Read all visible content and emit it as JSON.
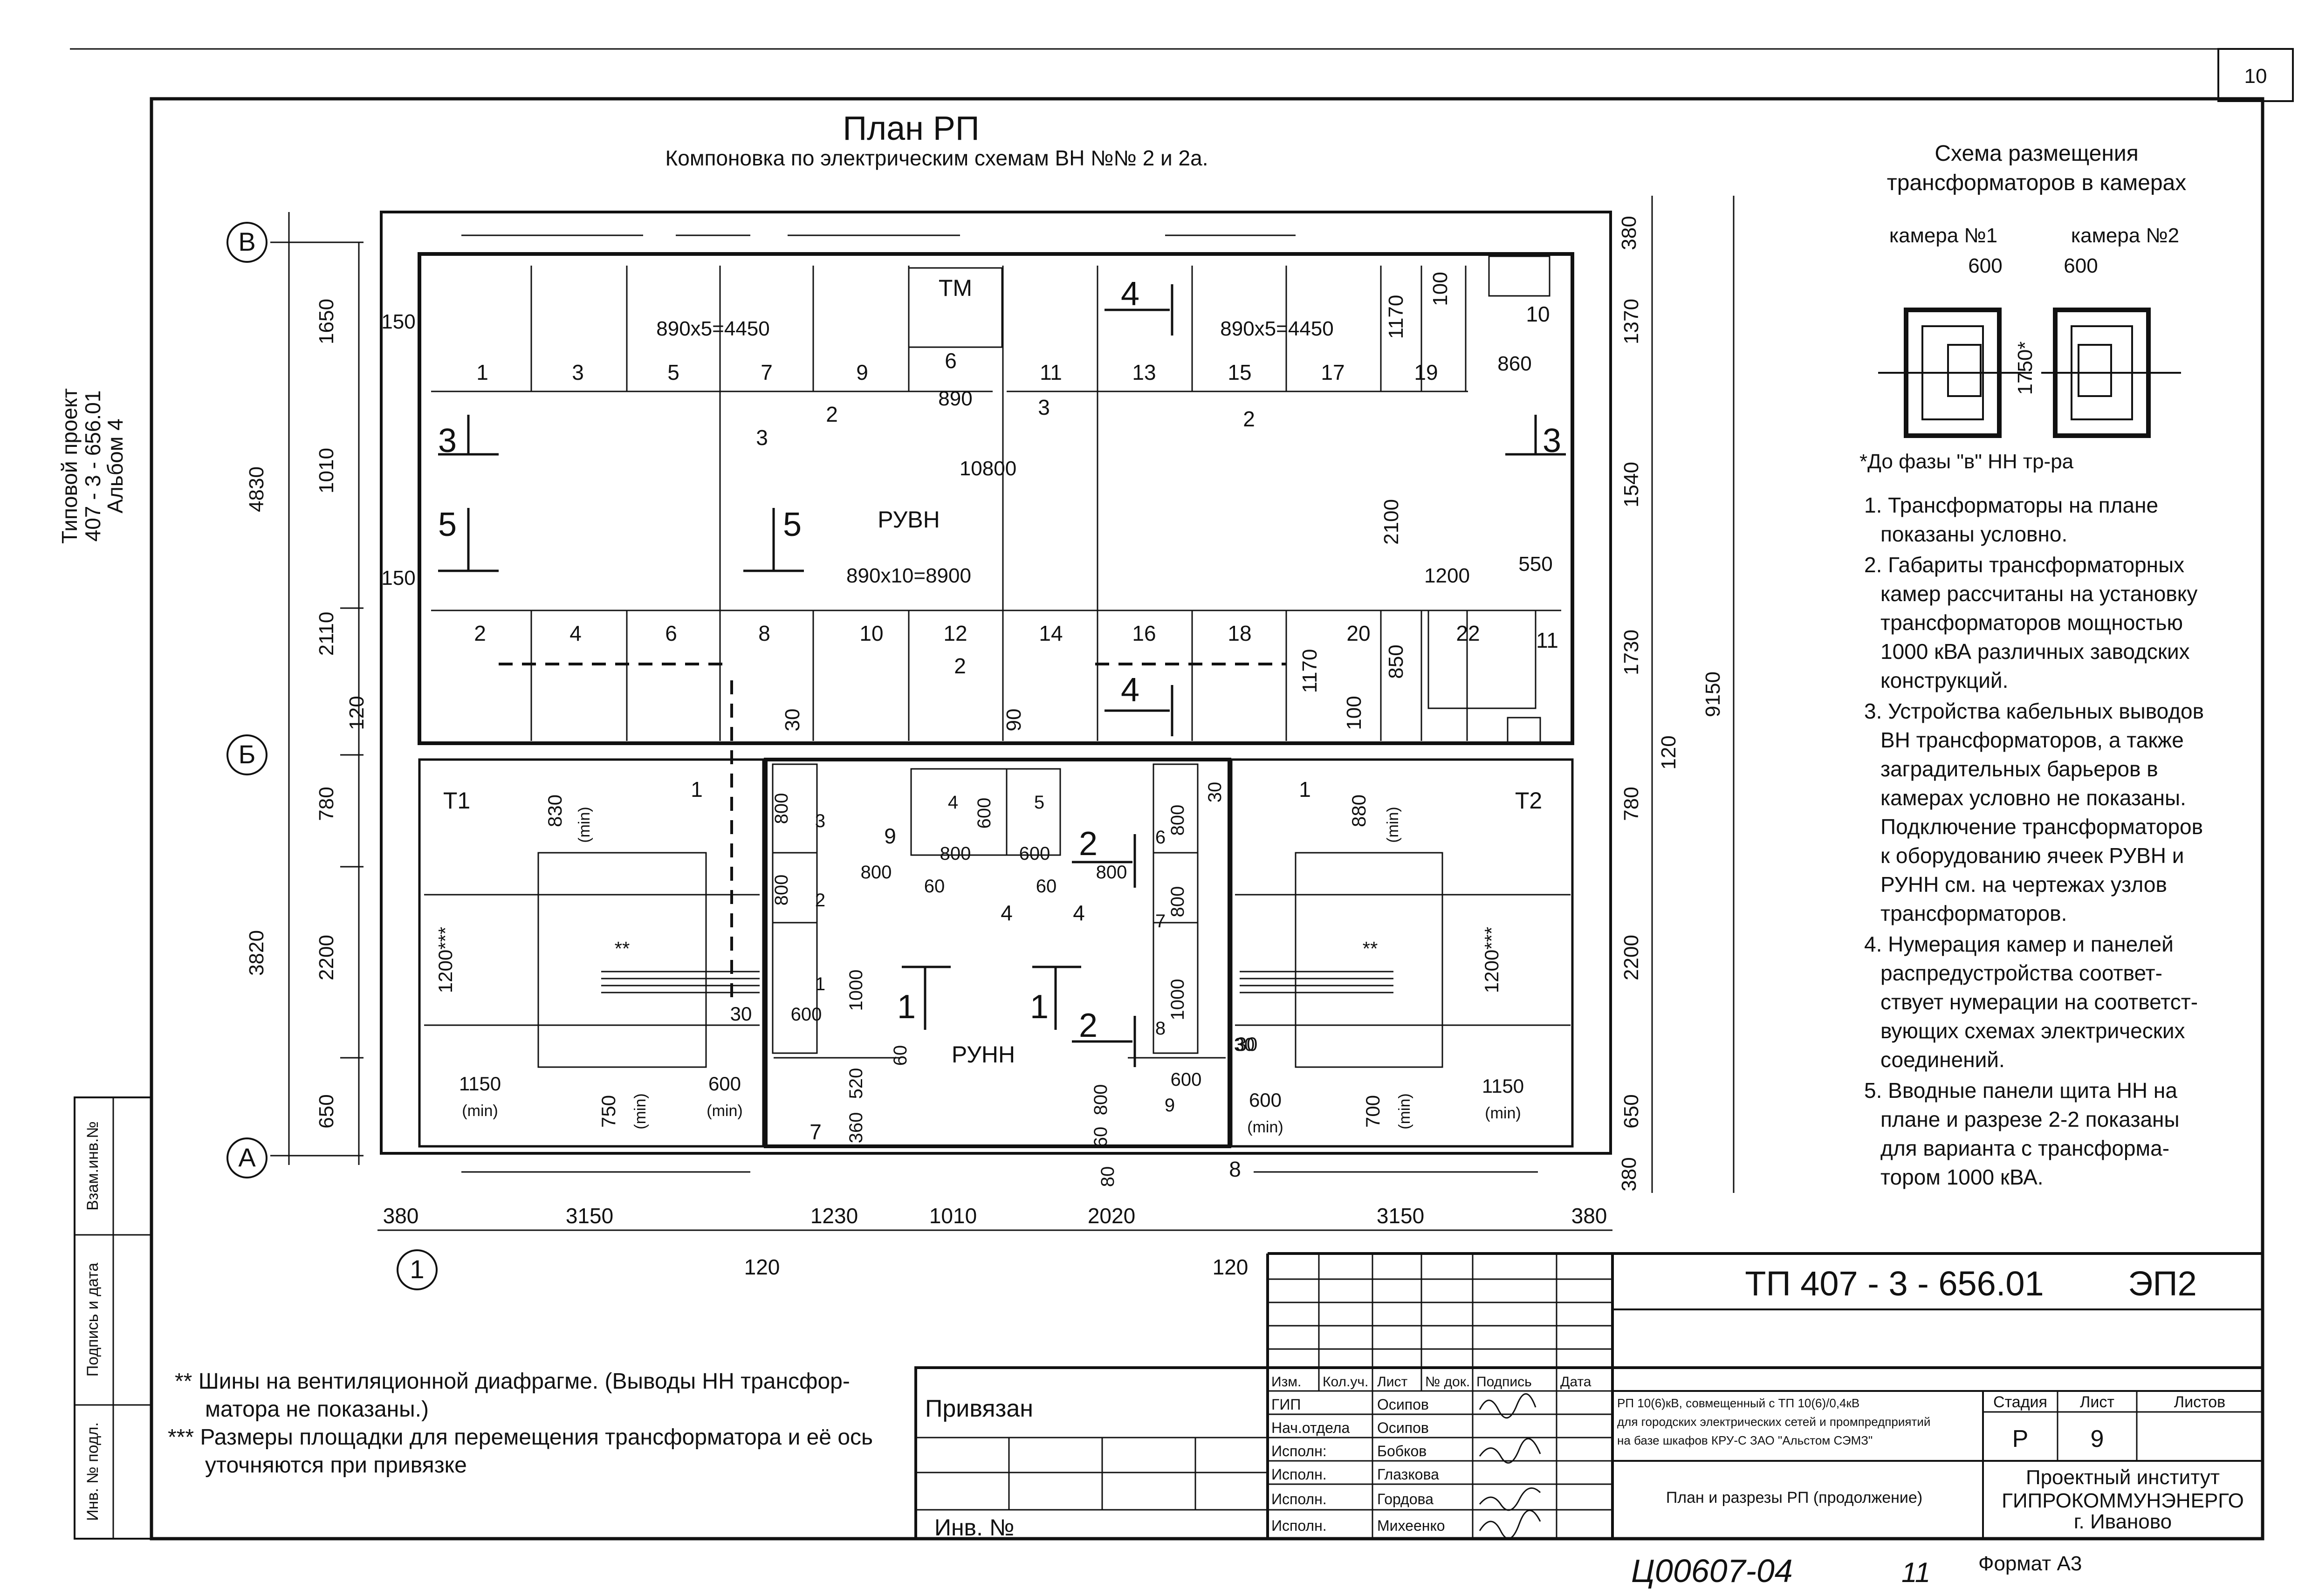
{
  "sheet": {
    "page_number": "10",
    "side_title": [
      "Типовой проект",
      "407 - 3 - 656.01",
      "Альбом 4"
    ],
    "side_stamp": [
      "Взам.инв.№",
      "Подпись и дата",
      "Инв. № подл."
    ],
    "bottom_handwriting": "Ц00607-04",
    "bottom_handwriting_num": "11",
    "format": "Формат А3"
  },
  "plan": {
    "title": "План РП",
    "subtitle": "Компоновка по электрическим схемам ВН №№ 2 и 2а.",
    "axes": [
      "В",
      "Б",
      "А",
      "1"
    ],
    "room_labels": {
      "ruvn": "РУВН",
      "runn": "РУНН",
      "t1": "Т1",
      "t2": "Т2",
      "tm": "ТМ"
    },
    "upper_cells": [
      "1",
      "3",
      "5",
      "7",
      "9",
      "6",
      "11",
      "13",
      "15",
      "17",
      "19",
      "10"
    ],
    "lower_cells": [
      "2",
      "4",
      "6",
      "8",
      "10",
      "12",
      "14",
      "16",
      "18",
      "20",
      "22",
      "11"
    ],
    "runn_panels": [
      "3",
      "2",
      "1",
      "4",
      "5",
      "6",
      "7",
      "8",
      "9"
    ],
    "callouts": [
      "2",
      "3",
      "3",
      "2",
      "2",
      "1",
      "1",
      "4",
      "4",
      "9",
      "7",
      "8"
    ],
    "sections": [
      "3",
      "3",
      "5",
      "5",
      "4",
      "4",
      "1",
      "1",
      "2",
      "2"
    ],
    "dims_top": [
      "890x5=4450",
      "890x5=4450",
      "890",
      "860",
      "10800",
      "890x10=8900",
      "150",
      "150",
      "550",
      "1200",
      "1170",
      "100",
      "2100",
      "1170",
      "100",
      "850",
      "30",
      "90"
    ],
    "dims_left": [
      "1650",
      "1010",
      "2110",
      "4830",
      "120",
      "780",
      "2200",
      "650",
      "3820"
    ],
    "dims_right": [
      "380",
      "1370",
      "1540",
      "1730",
      "120",
      "780",
      "2200",
      "650",
      "380",
      "9150"
    ],
    "dims_bottom": [
      "380",
      "3150",
      "1230",
      "1010",
      "2020",
      "3150",
      "380",
      "120",
      "120"
    ],
    "dims_trafo": [
      "830",
      "(min)",
      "1200***",
      "**",
      "30",
      "1150",
      "(min)",
      "750",
      "(min)",
      "600",
      "(min)",
      "880",
      "(min)",
      "1200***",
      "**",
      "30",
      "1150",
      "(min)",
      "700",
      "(min)",
      "600",
      "(min)"
    ],
    "dims_runn": [
      "800",
      "800",
      "1000",
      "600",
      "520",
      "60",
      "360",
      "800",
      "600",
      "800",
      "600",
      "800",
      "60",
      "60",
      "800",
      "800",
      "1000",
      "600",
      "800",
      "60",
      "80",
      "30",
      "30",
      "600",
      "60"
    ]
  },
  "scheme": {
    "title": [
      "Схема размещения",
      "трансформаторов в камерах"
    ],
    "cam1": "камера №1",
    "cam2": "камера №2",
    "dim1": "600",
    "dim2": "600",
    "dim3": "1750*",
    "footnote": "*До фазы \"в\" НН тр-ра"
  },
  "notes": [
    [
      "1. Трансформаторы на плане",
      "показаны условно."
    ],
    [
      "2. Габариты трансформаторных",
      "камер рассчитаны на установку",
      "трансформаторов мощностью",
      "1000 кВА различных заводских",
      "конструкций."
    ],
    [
      "3. Устройства кабельных выводов",
      "ВН трансформаторов, а также",
      "заградительных барьеров в",
      "камерах условно не показаны.",
      "Подключение трансформаторов",
      "к оборудованию ячеек РУВН и",
      "РУНН см. на чертежах узлов",
      "трансформаторов."
    ],
    [
      "4. Нумерация камер и панелей",
      "распредустройства соответ-",
      "ствует нумерации на соответст-",
      "вующих схемах электрических",
      "соединений."
    ],
    [
      "5. Вводные панели щита НН на",
      "плане и разрезе 2-2 показаны",
      "для варианта с трансформа-",
      "тором 1000 кВА."
    ]
  ],
  "footnotes": [
    [
      "** Шины на вентиляционной диафрагме. (Выводы НН трансфор-",
      "матора не показаны.)"
    ],
    [
      "*** Размеры площадки для перемещения трансформатора и её ось",
      "уточняются при привязке"
    ]
  ],
  "stamp": {
    "privyazan": "Привязан",
    "inv": "Инв. №",
    "code": "ТП 407 - 3 - 656.01",
    "sheet_code": "ЭП2",
    "header": [
      "Изм.",
      "Кол.уч.",
      "Лист",
      "№ док.",
      "Подпись",
      "Дата"
    ],
    "roles": [
      "ГИП",
      "Нач.отдела",
      "Исполн:",
      "Исполн.",
      "Исполн.",
      "Исполн."
    ],
    "names": [
      "Осипов",
      "Осипов",
      "Бобков",
      "Глазкова",
      "Гордова",
      "Михеенко"
    ],
    "project": [
      "РП 10(6)кВ, совмещенный с ТП 10(6)/0,4кВ",
      "для городских электрических сетей и промпредприятий",
      "на базе шкафов КРУ-С ЗАО \"Альстом СЭМЗ\""
    ],
    "sheet_title": "План и разрезы РП (продолжение)",
    "stage_hdr": "Стадия",
    "list_hdr": "Лист",
    "lists_hdr": "Листов",
    "stage": "Р",
    "list": "9",
    "lists": "",
    "org": [
      "Проектный институт",
      "ГИПРОКОММУНЭНЕРГО",
      "г. Иваново"
    ]
  }
}
